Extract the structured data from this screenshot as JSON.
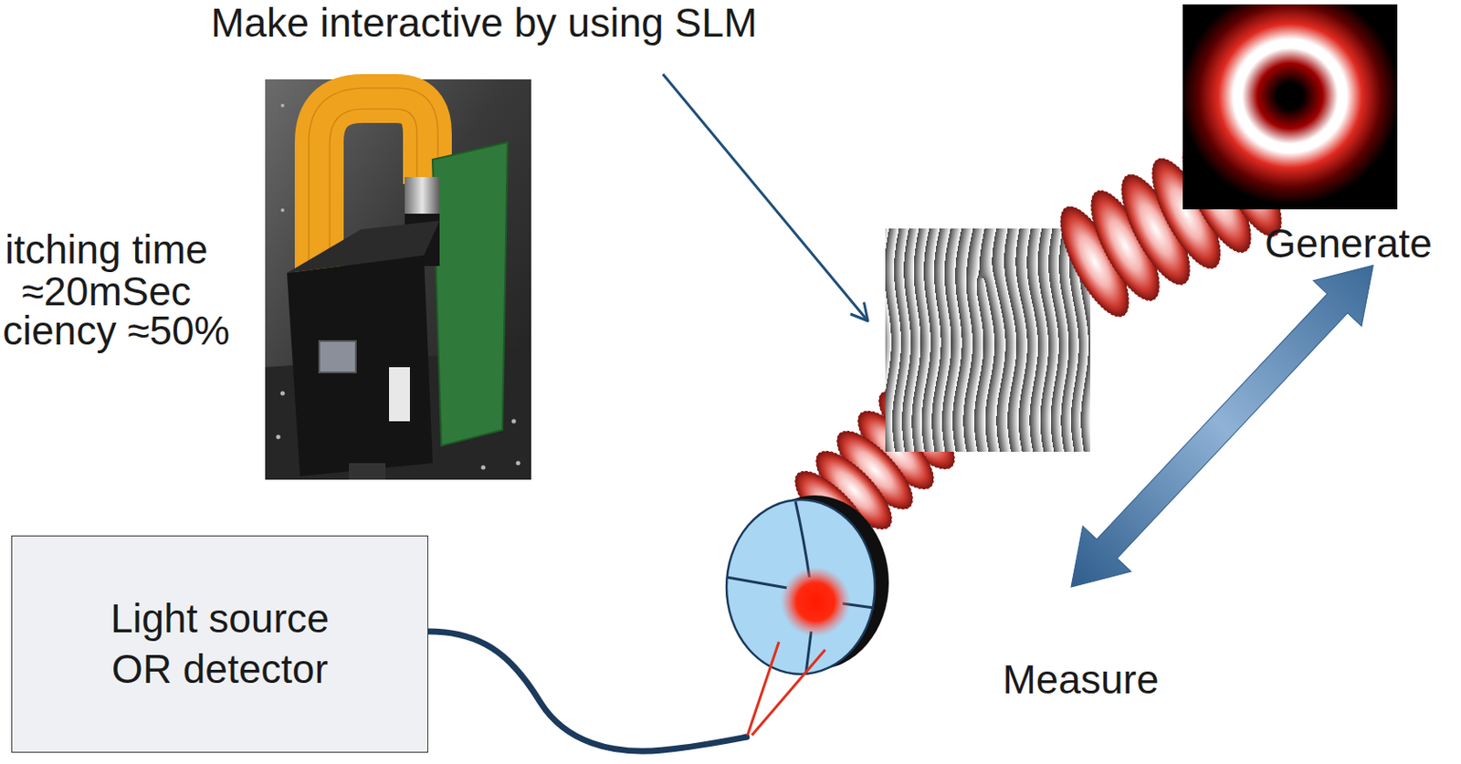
{
  "diagram": {
    "nodes": [
      {
        "text": [
          "Light source OR detector"
        ]
      }
    ],
    "labels": [
      "Make interactive by using SLM",
      "itching time ≈20mSec",
      "ciency ≈50%",
      "Generate",
      "Measure"
    ]
  }
}
